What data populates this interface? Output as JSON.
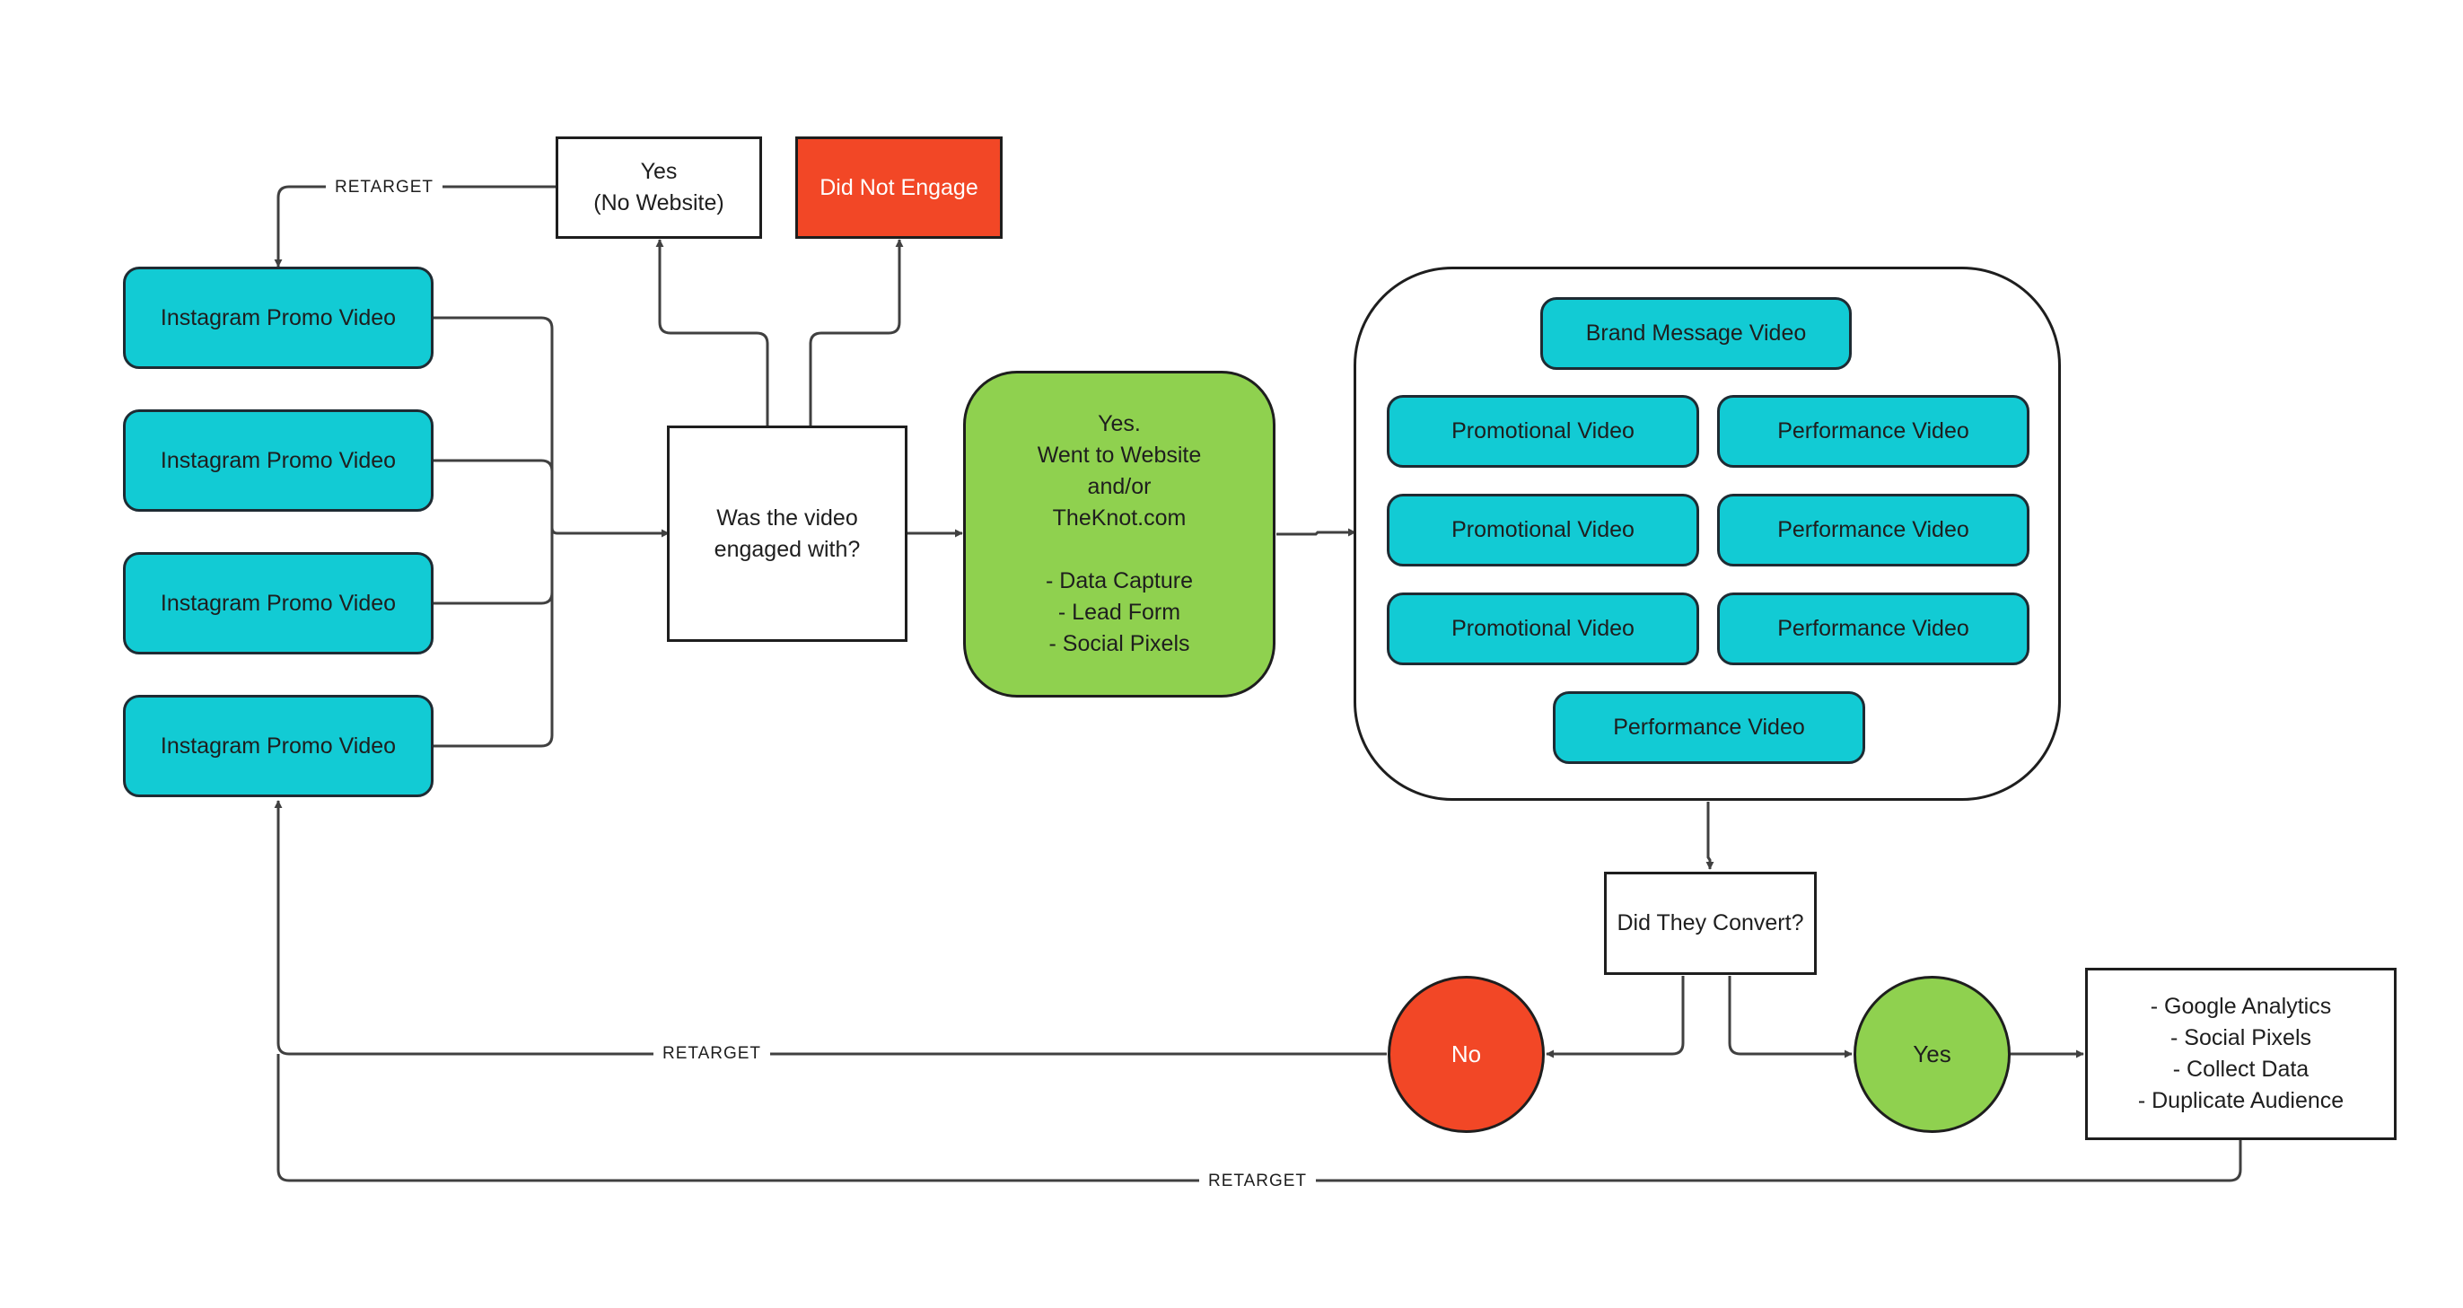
{
  "nodes": {
    "promo_videos": [
      "Instagram Promo Video",
      "Instagram Promo Video",
      "Instagram Promo Video",
      "Instagram Promo Video"
    ],
    "yes_no_website": [
      "Yes",
      "(No Website)"
    ],
    "did_not_engage": "Did Not Engage",
    "question_engaged": [
      "Was the video",
      "engaged with?"
    ],
    "went_to_website": [
      "Yes.",
      "Went to Website",
      "and/or",
      "TheKnot.com",
      "",
      "- Data Capture",
      "- Lead Form",
      "- Social Pixels"
    ],
    "group_videos": {
      "brand": "Brand Message Video",
      "promotional": [
        "Promotional Video",
        "Promotional Video",
        "Promotional Video"
      ],
      "performance": [
        "Performance Video",
        "Performance Video",
        "Performance Video",
        "Performance Video"
      ]
    },
    "question_convert": "Did They Convert?",
    "no": "No",
    "yes": "Yes",
    "outcomes": [
      "- Google Analytics",
      "- Social Pixels",
      "- Collect Data",
      "- Duplicate Audience"
    ]
  },
  "edge_labels": {
    "retarget_top": "RETARGET",
    "retarget_no": "RETARGET",
    "retarget_bottom": "RETARGET"
  },
  "colors": {
    "teal": "#12cbd4",
    "red": "#f24726",
    "green": "#8fd14f",
    "line": "#404040"
  }
}
